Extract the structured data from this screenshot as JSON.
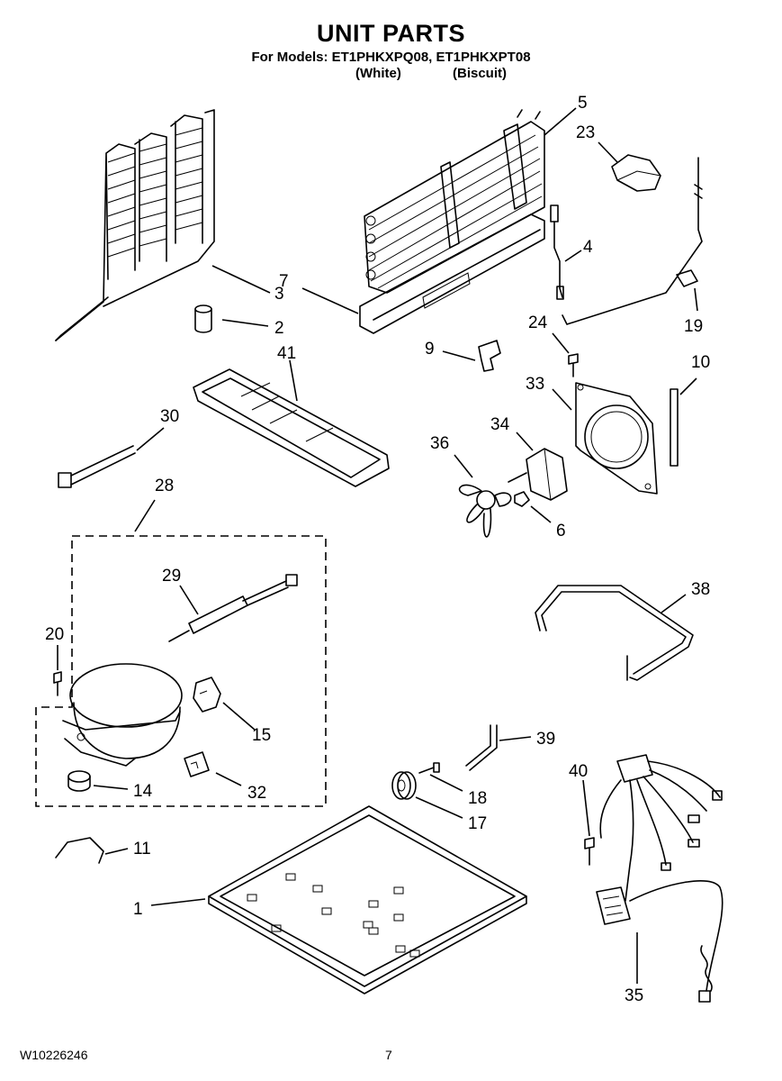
{
  "header": {
    "title": "UNIT PARTS",
    "models_line": "For Models: ET1PHKXPQ08, ET1PHKXPT08",
    "variant_white": "(White)",
    "variant_biscuit": "(Biscuit)"
  },
  "footer": {
    "doc_number": "W10226246",
    "page_number": "7"
  },
  "callouts": {
    "c1": "1",
    "c2": "2",
    "c3": "3",
    "c4": "4",
    "c5": "5",
    "c6": "6",
    "c7": "7",
    "c9": "9",
    "c10": "10",
    "c11": "11",
    "c14": "14",
    "c15": "15",
    "c17": "17",
    "c18": "18",
    "c19": "19",
    "c20": "20",
    "c23": "23",
    "c24": "24",
    "c28": "28",
    "c29": "29",
    "c30": "30",
    "c32": "32",
    "c33": "33",
    "c34": "34",
    "c35": "35",
    "c36": "36",
    "c38": "38",
    "c39": "39",
    "c40": "40",
    "c41": "41"
  }
}
